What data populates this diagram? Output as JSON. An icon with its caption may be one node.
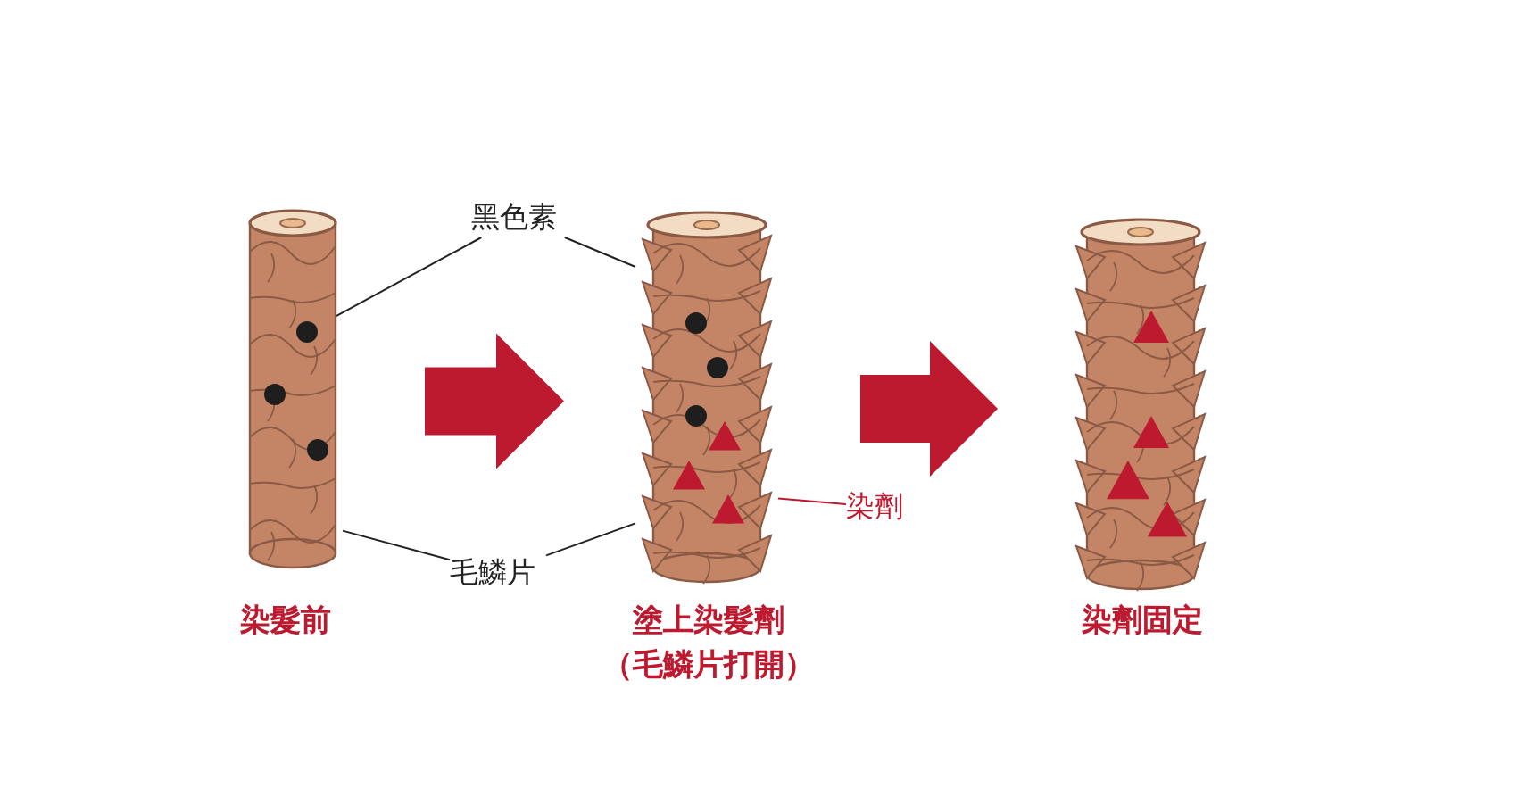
{
  "diagram": {
    "nodes": [
      {
        "text": [],
        "shape": "picture",
        "beside": [
          "染髮前"
        ]
      },
      {
        "text": [],
        "shape": "circle",
        "in": 0
      },
      {
        "text": [],
        "shape": "picture",
        "beside": [
          "塗上染髮劑",
          "（毛鱗片打開）"
        ]
      },
      {
        "text": [],
        "shape": "picture",
        "beside": [
          "染劑固定"
        ]
      },
      {
        "text": [
          "黑色素"
        ]
      },
      {
        "text": [
          "毛鱗片"
        ]
      },
      {
        "text": [
          "染劑"
        ]
      }
    ],
    "edges": [
      {
        "from": 0,
        "to": 2,
        "arrow": "to",
        "style": "thick",
        "color": "#be1a2f"
      },
      {
        "from": 2,
        "to": 3,
        "arrow": "to",
        "style": "thick",
        "color": "#be1a2f"
      },
      {
        "from": 4,
        "to": 1,
        "arrow": "none"
      },
      {
        "from": 4,
        "to": 2,
        "arrow": "none"
      },
      {
        "from": 5,
        "to": 0,
        "arrow": "none"
      },
      {
        "from": 5,
        "to": 2,
        "arrow": "none"
      },
      {
        "from": 6,
        "to": 2,
        "arrow": "none",
        "color": "#be1a2f"
      }
    ]
  }
}
